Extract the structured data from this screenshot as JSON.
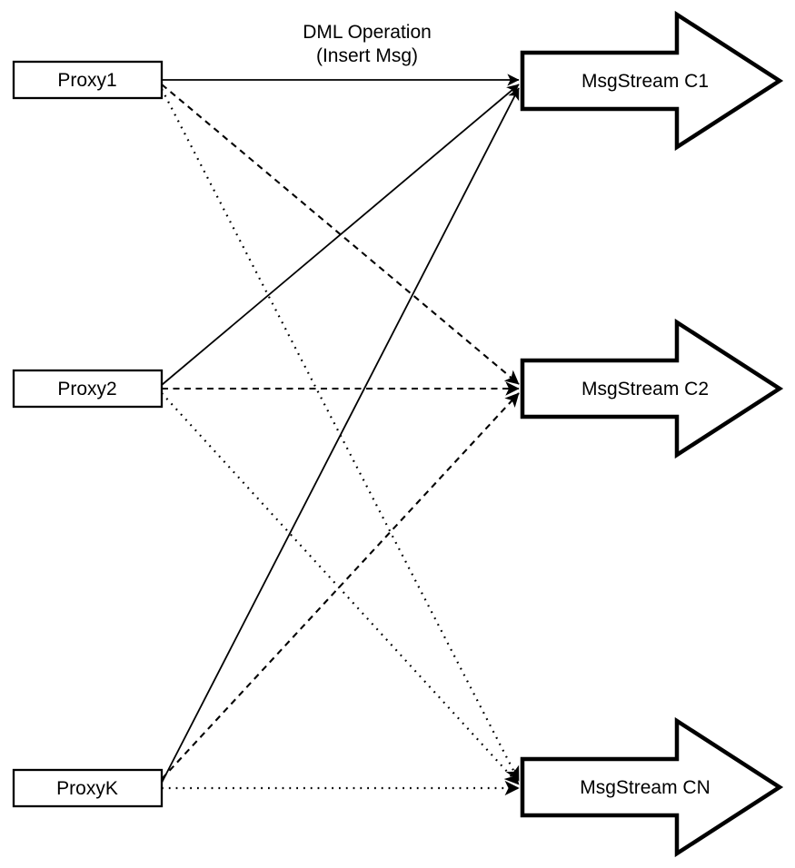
{
  "title": {
    "line1": "DML Operation",
    "line2": "(Insert Msg)"
  },
  "proxies": [
    {
      "id": "proxy1",
      "label": "Proxy1"
    },
    {
      "id": "proxy2",
      "label": "Proxy2"
    },
    {
      "id": "proxyk",
      "label": "ProxyK"
    }
  ],
  "streams": [
    {
      "id": "c1",
      "label": "MsgStream C1",
      "incoming_line_style": "solid"
    },
    {
      "id": "c2",
      "label": "MsgStream C2",
      "incoming_line_style": "dashed"
    },
    {
      "id": "cn",
      "label": "MsgStream CN",
      "incoming_line_style": "dotted"
    }
  ],
  "edges": [
    {
      "from": "Proxy1",
      "to": "MsgStream C1",
      "style": "solid"
    },
    {
      "from": "Proxy2",
      "to": "MsgStream C1",
      "style": "solid"
    },
    {
      "from": "ProxyK",
      "to": "MsgStream C1",
      "style": "solid"
    },
    {
      "from": "Proxy1",
      "to": "MsgStream C2",
      "style": "dashed"
    },
    {
      "from": "Proxy2",
      "to": "MsgStream C2",
      "style": "dashed"
    },
    {
      "from": "ProxyK",
      "to": "MsgStream C2",
      "style": "dashed"
    },
    {
      "from": "Proxy1",
      "to": "MsgStream CN",
      "style": "dotted"
    },
    {
      "from": "Proxy2",
      "to": "MsgStream CN",
      "style": "dotted"
    },
    {
      "from": "ProxyK",
      "to": "MsgStream CN",
      "style": "dotted"
    }
  ],
  "colors": {
    "stroke": "#000000",
    "node_fill": "#ffffff",
    "background": "#ffffff"
  }
}
